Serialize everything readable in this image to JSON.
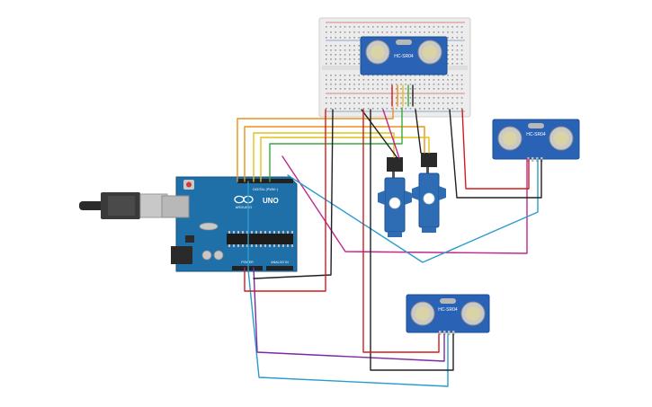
{
  "arduino": {
    "brand": "UNO",
    "logo_text": "ARDUINO",
    "header_digital": "DIGITAL (PWM~)",
    "header_power": "POWER",
    "header_analog": "ANALOG IN"
  },
  "sensors": [
    {
      "label": "HC-SR04"
    },
    {
      "label": "HC-SR04"
    },
    {
      "label": "HC-SR04"
    }
  ],
  "colors": {
    "board": "#1f6fa8",
    "breadboard": "#ececec",
    "sensor": "#2a63b6",
    "servo": "#2e6db4",
    "wire_black": "#202020",
    "wire_red": "#d01c1c",
    "wire_orange": "#e8911a",
    "wire_yellow": "#e1c01a",
    "wire_green": "#3aa83a",
    "wire_magenta": "#c2268e",
    "wire_cyan": "#2a9ccd",
    "wire_purple": "#7b2aa0"
  }
}
